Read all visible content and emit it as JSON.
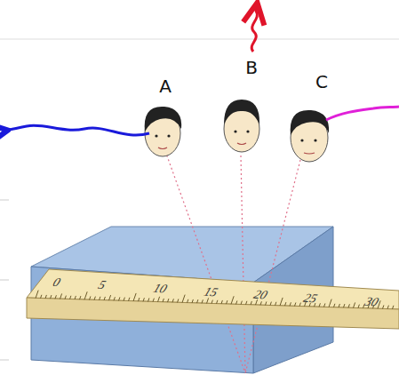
{
  "diagram": {
    "labels": [
      "A",
      "B",
      "C",
      "0",
      "5",
      "10",
      "15",
      "20",
      "25",
      "30"
    ]
  }
}
